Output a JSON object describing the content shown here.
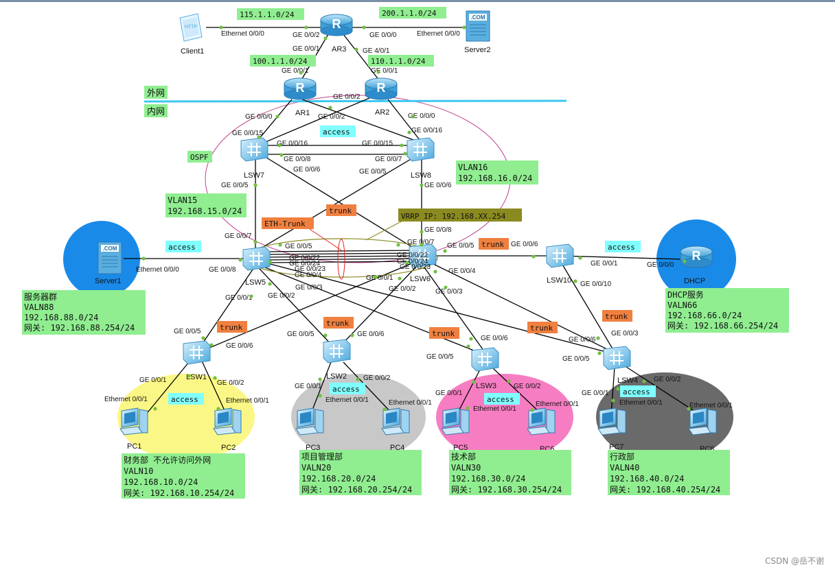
{
  "colors": {
    "green_label": "#90ee90",
    "access_label": "#80ffff",
    "trunk_label": "#f08040",
    "vrrp_label": "#8a8a20",
    "router_blue": "#5fb6e8",
    "switch_blue": "#7cc4ea",
    "zone_blue": "#1a8ae8",
    "zone_yellow": "#fbf786",
    "zone_gray": "#c8c8c8",
    "zone_pink": "#f77dc2",
    "zone_dark": "#6a6a6a",
    "link": "#000000",
    "boundary_line": "#3cc8f0",
    "ospf_ellipse": "#c0408c"
  },
  "zones": {
    "outer": "外网",
    "inner": "内网"
  },
  "devices": {
    "client1": "Client1",
    "server2": "Server2",
    "ar3": "AR3",
    "ar1": "AR1",
    "ar2": "AR2",
    "lsw7": "LSW7",
    "lsw8": "LSW8",
    "lsw5": "LSW5",
    "lsw6": "LSW6",
    "lsw10": "LSW10",
    "server1": "Server1",
    "dhcp": "DHCP",
    "lsw1": "LSW1",
    "lsw2": "LSW2",
    "lsw3": "LSW3",
    "lsw4": "LSW4",
    "pc1": "PC1",
    "pc2": "PC2",
    "pc3": "PC3",
    "pc4": "PC4",
    "pc5": "PC5",
    "pc6": "PC6",
    "pc7": "PC7",
    "pc8": "PC8"
  },
  "nets": {
    "n115": "115.1.1.0/24",
    "n200": "200.1.1.0/24",
    "n100": "100.1.1.0/24",
    "n110": "110.1.1.0/24"
  },
  "tags": {
    "ospf": "OSPF",
    "eth_trunk": "ETH-Trunk",
    "vrrp": "VRRP IP: 192.168.XX.254",
    "access": "access",
    "trunk": "trunk",
    "vlan15": [
      "VLAN15",
      "192.168.15.0/24"
    ],
    "vlan16": [
      "VLAN16",
      "192.168.16.0/24"
    ]
  },
  "info": {
    "servers": [
      "服务器群",
      "VALN88",
      "192.168.88.0/24",
      "网关: 192.168.88.254/24"
    ],
    "dhcp": [
      "DHCP服务",
      "VALN66",
      "192.168.66.0/24",
      "网关: 192.168.66.254/24"
    ],
    "finance": [
      "财务部 不允许访问外网",
      "VALN10",
      "192.168.10.0/24",
      "网关: 192.168.10.254/24"
    ],
    "project": [
      "项目管理部",
      "VALN20",
      "192.168.20.0/24",
      "网关: 192.168.20.254/24"
    ],
    "tech": [
      "技术部",
      "VALN30",
      "192.168.30.0/24",
      "网关: 192.168.30.254/24"
    ],
    "admin": [
      "行政部",
      "VALN40",
      "192.168.40.0/24",
      "网关: 192.168.40.254/24"
    ]
  },
  "ports": {
    "eth000": "Ethernet 0/0/0",
    "eth001": "Ethernet 0/0/1",
    "ge000": "GE 0/0/0",
    "ge001": "GE 0/0/1",
    "ge002": "GE 0/0/2",
    "ge003": "GE 0/0/3",
    "ge004": "GE 0/0/4",
    "ge005": "GE 0/0/5",
    "ge006": "GE 0/0/6",
    "ge007": "GE 0/0/7",
    "ge008": "GE 0/0/8",
    "ge0010": "GE 0/0/10",
    "ge0015": "GE 0/0/15",
    "ge0016": "GE 0/0/16",
    "ge0022": "GE 0/0/22",
    "ge0023": "GE 0/0/23",
    "ge0024": "GE 0/0/24",
    "ge401": "GE 4/0/1"
  },
  "watermark": "CSDN @岳不谢"
}
